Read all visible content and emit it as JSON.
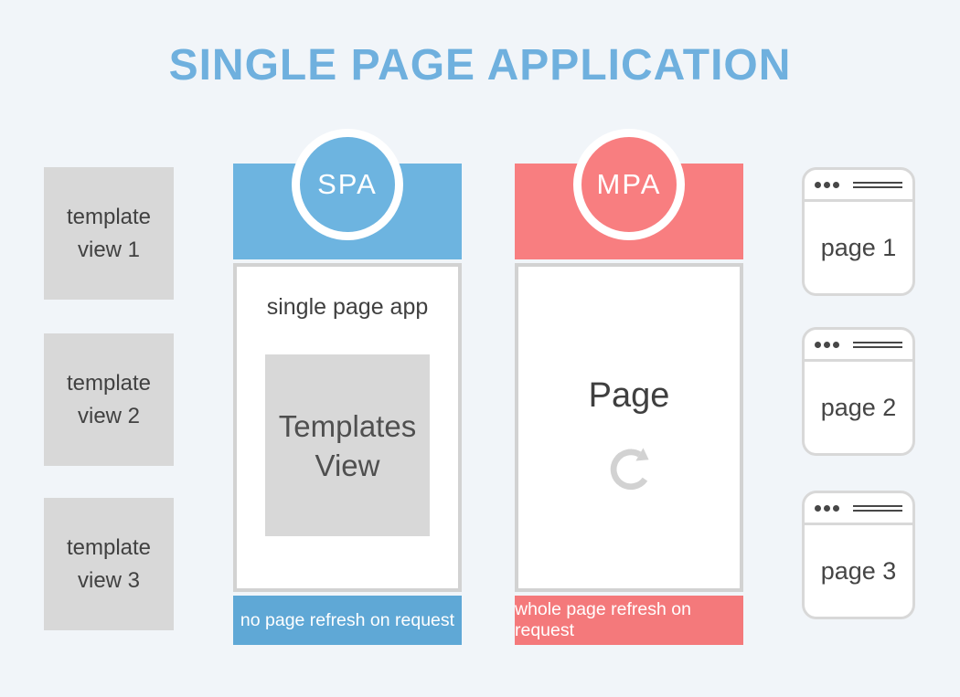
{
  "title": "SINGLE PAGE APPLICATION",
  "colors": {
    "background": "#f1f5f9",
    "title": "#6fb0de",
    "spa_blue": "#6db4e0",
    "spa_footer_blue": "#5fa8d6",
    "mpa_red": "#f87e80",
    "mpa_footer_red": "#f4797b",
    "box_gray": "#d8d8d8",
    "border_gray": "#d2d2d2",
    "text_dark": "#414141",
    "icon_gray": "#d2d2d2",
    "chrome_dark": "#474747"
  },
  "left_templates": [
    {
      "label": "template view 1"
    },
    {
      "label": "template view 2"
    },
    {
      "label": "template view 3"
    }
  ],
  "spa": {
    "badge": "SPA",
    "content_title": "single page app",
    "inner_box_label": "Templates View",
    "footer": "no page refresh on request"
  },
  "mpa": {
    "badge": "MPA",
    "page_label": "Page",
    "footer": "whole page refresh on request"
  },
  "browser_windows": [
    {
      "label": "page 1"
    },
    {
      "label": "page 2"
    },
    {
      "label": "page 3"
    }
  ]
}
